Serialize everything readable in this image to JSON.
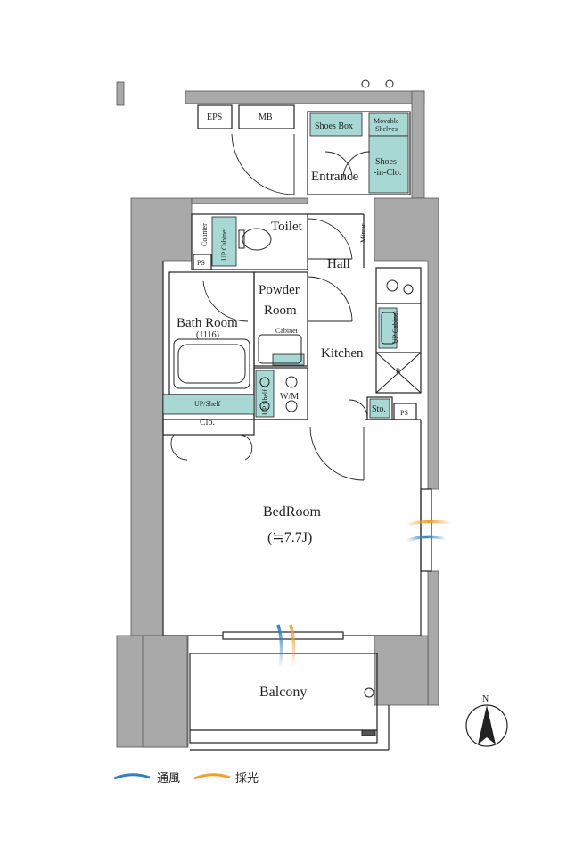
{
  "rooms": {
    "eps": "EPS",
    "mb": "MB",
    "shoes_box": "Shoes Box",
    "movable_shelves_1": "Movable",
    "movable_shelves_2": "Shelves",
    "shoes_in_clo_1": "Shoes",
    "shoes_in_clo_2": "-in-Clo.",
    "entrance": "Entrance",
    "toilet": "Toilet",
    "counter": "Counter",
    "up_cabinet_toilet": "UP Cabinet",
    "ps_toilet": "PS",
    "mirror": "Mirror",
    "hall": "Hall",
    "powder_room_1": "Powder",
    "powder_room_2": "Room",
    "bath_room": "Bath Room",
    "bath_size": "(1116)",
    "cabinet": "Cabinet",
    "up_cabinet_kitchen": "UP Cabinet",
    "r": "R",
    "kitchen": "Kitchen",
    "up_shelf_wm": "UP Shelf",
    "wm": "W/M",
    "sto": "Sto.",
    "ps_kitchen": "PS",
    "up_shelf": "UP/Shelf",
    "clo": "Clo.",
    "bedroom": "BedRoom",
    "bedroom_size": "(≒7.7J)",
    "balcony": "Balcony"
  },
  "compass": {
    "north": "N"
  },
  "legend": {
    "ventilation": "通風",
    "daylight": "採光"
  },
  "colors": {
    "wall": "#a9a9a9",
    "storage_fill": "#a8d8d4",
    "line": "#222222",
    "ventilation": "#2f7fc1",
    "daylight": "#f0a030"
  }
}
